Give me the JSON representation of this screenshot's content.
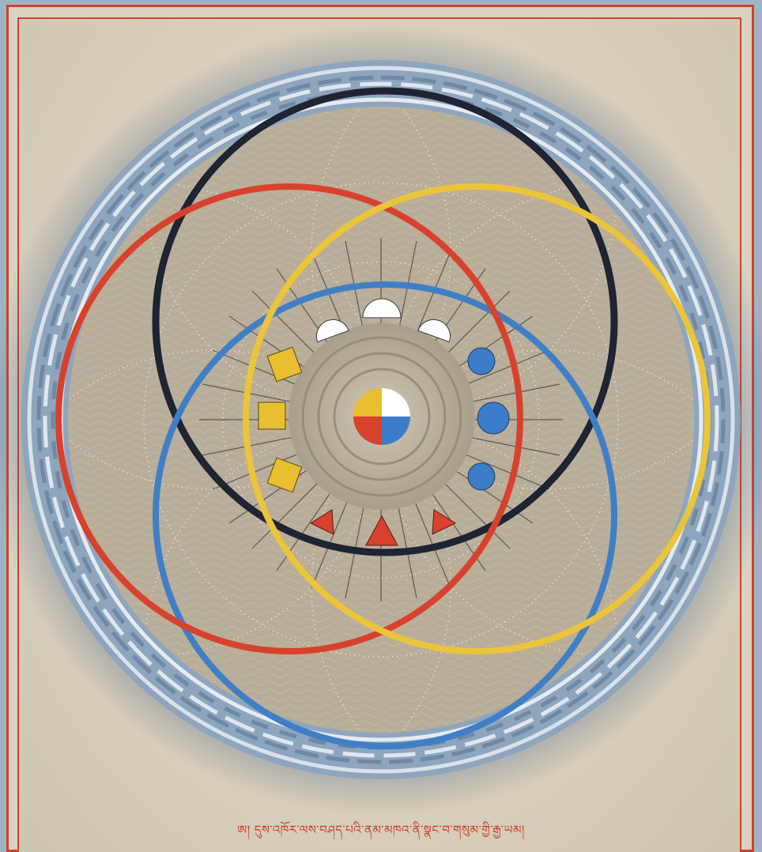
{
  "caption": "ཨ། དུས་འཁོར་ལས་བཤད་པའི་ནམ་མཁའ་ནི་སྣང་བ་གསུམ་གྱི་རྒྱ་ཡམ།",
  "colors": {
    "frame": "#d2412d",
    "background": "#d9d2c2",
    "water_ring": "#8ea6bd",
    "black_ring": "#1f2433",
    "red_ring": "#d8412c",
    "yellow_ring": "#ecc43a",
    "blue_ring": "#3f7fc6",
    "white_shape": "#ffffff",
    "yellow_shape": "#e8bf30",
    "blue_shape": "#3d7cc9",
    "red_shape": "#d8412c"
  },
  "elements": {
    "top_group": "white-half-circles",
    "left_group": "yellow-squares",
    "right_group": "blue-circles",
    "bottom_group": "red-triangles",
    "center": "four-color-disc"
  }
}
